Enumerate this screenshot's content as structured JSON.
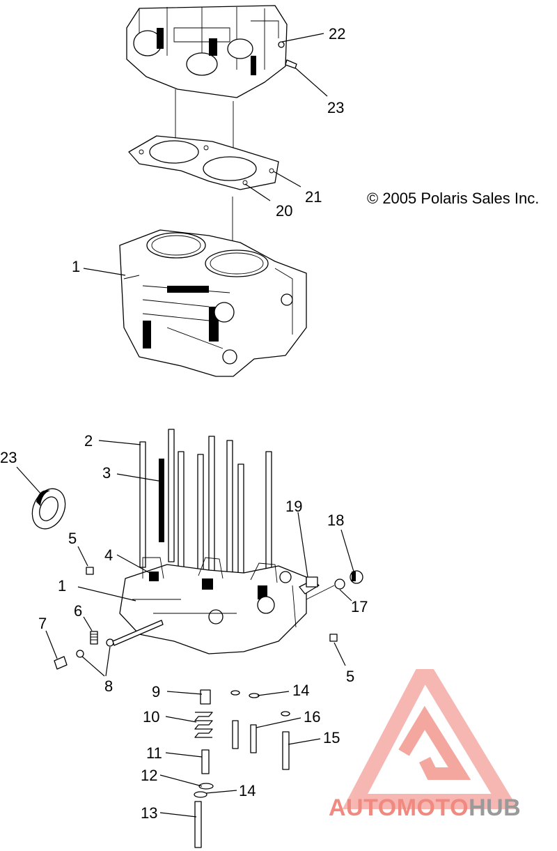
{
  "diagram": {
    "copyright": "© 2005 Polaris Sales Inc.",
    "callouts": {
      "c22": "22",
      "c23_top": "23",
      "c21": "21",
      "c20": "20",
      "c1_top": "1",
      "c2": "2",
      "c3": "3",
      "c23_left": "23",
      "c5_left": "5",
      "c4": "4",
      "c1_bottom": "1",
      "c6": "6",
      "c7": "7",
      "c8": "8",
      "c19": "19",
      "c18": "18",
      "c17": "17",
      "c5_right": "5",
      "c9": "9",
      "c10": "10",
      "c11": "11",
      "c12": "12",
      "c13": "13",
      "c14_upper": "14",
      "c14_lower": "14",
      "c16": "16",
      "c15": "15"
    }
  },
  "watermark": {
    "text_part1": "AUTOMOTO",
    "text_part2": "HUB",
    "color_logo": "#f4a09a",
    "color_auto": "#f7c97a",
    "color_moto": "#f08a80",
    "color_hub": "#9a9a9a"
  }
}
